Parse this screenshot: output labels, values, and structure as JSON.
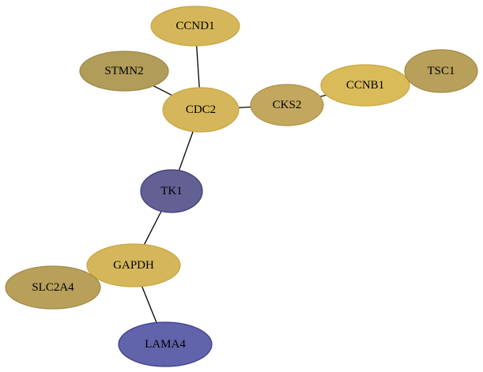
{
  "nodes": [
    {
      "id": "CCND1",
      "label": "CCND1",
      "fill": "#d5b65b",
      "stroke": "#c8a640"
    },
    {
      "id": "STMN2",
      "label": "STMN2",
      "fill": "#b29c5a",
      "stroke": "#9c8643"
    },
    {
      "id": "CDC2",
      "label": "CDC2",
      "fill": "#d5b65b",
      "stroke": "#c8a640"
    },
    {
      "id": "CKS2",
      "label": "CKS2",
      "fill": "#c4a75e",
      "stroke": "#ae9145"
    },
    {
      "id": "CCNB1",
      "label": "CCNB1",
      "fill": "#d9bb5a",
      "stroke": "#cba63d"
    },
    {
      "id": "TSC1",
      "label": "TSC1",
      "fill": "#b8a05b",
      "stroke": "#a28944"
    },
    {
      "id": "TK1",
      "label": "TK1",
      "fill": "#636094",
      "stroke": "#3f3c78"
    },
    {
      "id": "GAPDH",
      "label": "GAPDH",
      "fill": "#d5b65b",
      "stroke": "#c8a640"
    },
    {
      "id": "SLC2A4",
      "label": "SLC2A4",
      "fill": "#b8a05b",
      "stroke": "#a28944"
    },
    {
      "id": "LAMA4",
      "label": "LAMA4",
      "fill": "#6163ab",
      "stroke": "#3b3d8f"
    }
  ],
  "edges": [
    {
      "source": "CCND1",
      "target": "CDC2"
    },
    {
      "source": "STMN2",
      "target": "CDC2"
    },
    {
      "source": "CDC2",
      "target": "CKS2"
    },
    {
      "source": "CKS2",
      "target": "CCNB1"
    },
    {
      "source": "CDC2",
      "target": "TK1"
    },
    {
      "source": "TK1",
      "target": "GAPDH"
    },
    {
      "source": "GAPDH",
      "target": "LAMA4"
    }
  ]
}
